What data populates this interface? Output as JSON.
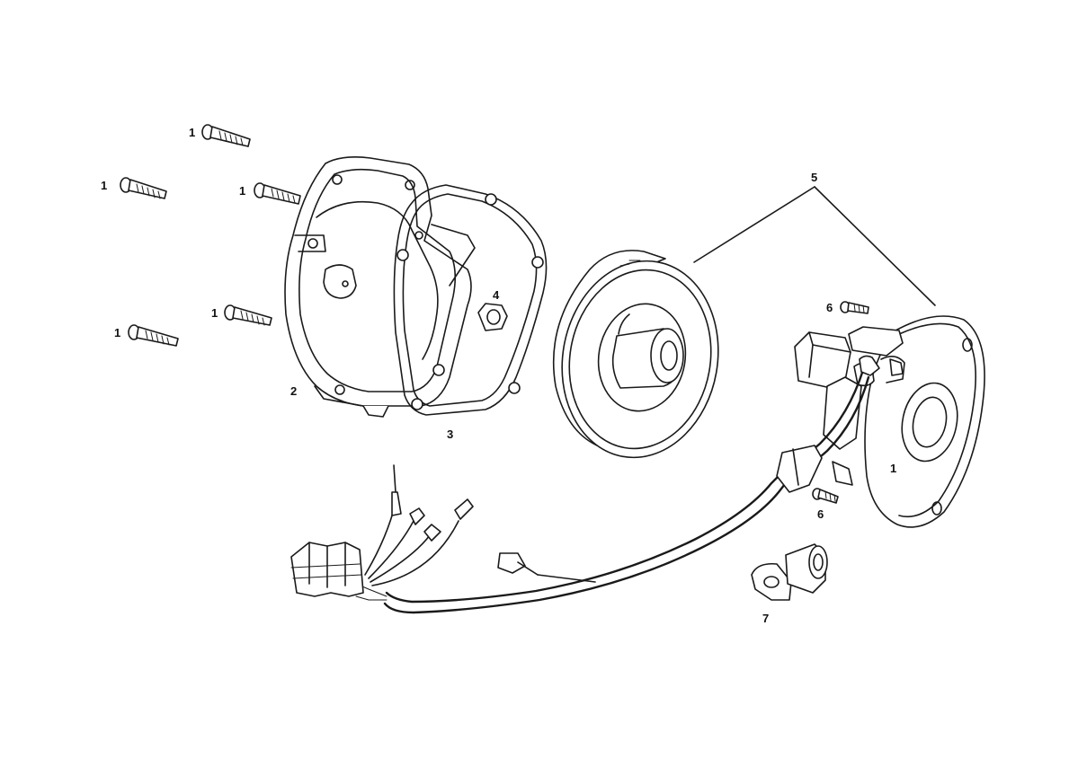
{
  "callouts": {
    "screw_a": "1",
    "screw_b": "1",
    "screw_c": "1",
    "screw_d": "1",
    "screw_e": "1",
    "cover": "2",
    "gasket": "3",
    "nut": "4",
    "rotor_stator": "5",
    "stator_screw_top": "6",
    "stator_screw_bottom": "6",
    "stator_screw_inner": "1",
    "sensor": "7"
  },
  "colors": {
    "line": "#1a1a1a",
    "background": "#ffffff"
  }
}
